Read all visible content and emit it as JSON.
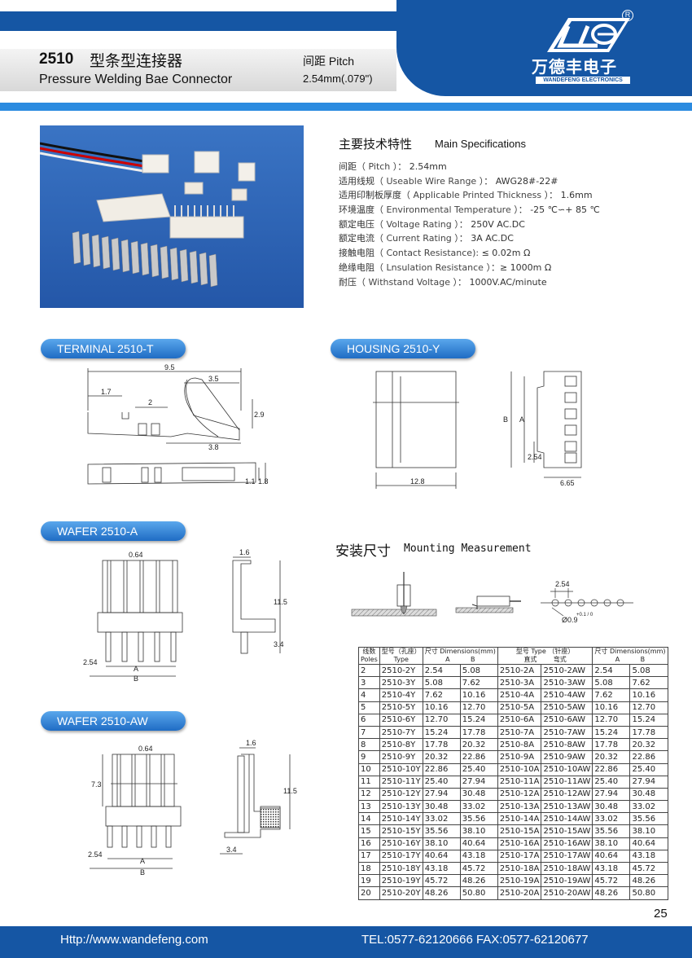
{
  "header": {
    "model": "2510",
    "title_cn": "型条型连接器",
    "title_en": "Pressure Welding Bae Connector",
    "pitch_cn": "间距  Pitch",
    "pitch_value": "2.54mm(.079\")",
    "logo_cn": "万德丰电子",
    "logo_en": "WANDEFENG ELECTRONICS",
    "logo_reg": "R"
  },
  "specs": {
    "title_cn": "主要技术特性",
    "title_en": "Main Specifications",
    "items": [
      {
        "cn": "间距（",
        "en": "Pitch",
        "tail": "）：  2.54mm"
      },
      {
        "cn": "适用线规（",
        "en": "Useable Wire Range",
        "tail": "）：  AWG28#-22#"
      },
      {
        "cn": "适用印制板厚度（",
        "en": "Applicable Printed Thickness",
        "tail": "）：  1.6mm"
      },
      {
        "cn": "环境温度（",
        "en": "Environmental Temperature",
        "tail": "）：  -25 ℃∽+ 85 ℃"
      },
      {
        "cn": "额定电压（",
        "en": "Voltage Rating",
        "tail": "）：  250V AC.DC"
      },
      {
        "cn": "额定电流（",
        "en": "Current Rating",
        "tail": "）：  3A AC.DC"
      },
      {
        "cn": "接触电阻（",
        "en": "Contact Resistance):",
        "tail": " ≤ 0.02m Ω"
      },
      {
        "cn": "绝缘电阻（",
        "en": "Lnsulation Resistance",
        "tail": "）：≥ 1000m Ω"
      },
      {
        "cn": "耐压（",
        "en": "Withstand Voltage",
        "tail": "）：  1000V.AC/minute"
      }
    ]
  },
  "sections": {
    "terminal": "TERMINAL  2510-T",
    "housing": "HOUSING      2510-Y",
    "wafer_a": "WAFER  2510-A",
    "wafer_aw": "WAFER 2510-AW"
  },
  "terminal_dims": {
    "d1": "9.5",
    "d2": "3.5",
    "d3": "1.7",
    "d4": "2",
    "d5": "2.9",
    "d6": "3.8",
    "d7": "1.1",
    "d8": "1.8"
  },
  "housing_dims": {
    "width": "12.8",
    "depth": "6.65",
    "b": "B",
    "a": "A",
    "pitch": "2.54"
  },
  "wafer_a_dims": {
    "pin": "0.64",
    "side": "1.6",
    "height": "11.5",
    "bottom": "3.4",
    "pitch": "2.54",
    "a": "A",
    "b": "B"
  },
  "wafer_aw_dims": {
    "pin": "0.64",
    "side": "1.6",
    "height": "11.5",
    "top": "7.3",
    "bottom": "3.4",
    "pitch": "2.54",
    "a": "A",
    "b": "B"
  },
  "mounting": {
    "title_cn": "安装尺寸",
    "title_en": "Mounting Measurement",
    "pitch": "2.54",
    "hole": "Ø0.9",
    "tol": "+0.1 / 0"
  },
  "table": {
    "headers": {
      "poles_cn": "线数",
      "poles_en": "Poles",
      "type_cn": "型号（孔座）",
      "type_en": "Type",
      "dim_cn": "尺寸",
      "dim_en": "Dimensions(mm)",
      "type2_cn": "型号 Type",
      "type2_sub": "（针座）",
      "dim2_cn": "尺寸",
      "dim2_en": "Dimensions(mm)",
      "col_a": "A",
      "col_b": "B",
      "straight": "直式",
      "bent": "弯式"
    },
    "rows": [
      [
        "2",
        "2510-2Y",
        "2.54",
        "5.08",
        "2510-2A",
        "2510-2AW",
        "2.54",
        "5.08"
      ],
      [
        "3",
        "2510-3Y",
        "5.08",
        "7.62",
        "2510-3A",
        "2510-3AW",
        "5.08",
        "7.62"
      ],
      [
        "4",
        "2510-4Y",
        "7.62",
        "10.16",
        "2510-4A",
        "2510-4AW",
        "7.62",
        "10.16"
      ],
      [
        "5",
        "2510-5Y",
        "10.16",
        "12.70",
        "2510-5A",
        "2510-5AW",
        "10.16",
        "12.70"
      ],
      [
        "6",
        "2510-6Y",
        "12.70",
        "15.24",
        "2510-6A",
        "2510-6AW",
        "12.70",
        "15.24"
      ],
      [
        "7",
        "2510-7Y",
        "15.24",
        "17.78",
        "2510-7A",
        "2510-7AW",
        "15.24",
        "17.78"
      ],
      [
        "8",
        "2510-8Y",
        "17.78",
        "20.32",
        "2510-8A",
        "2510-8AW",
        "17.78",
        "20.32"
      ],
      [
        "9",
        "2510-9Y",
        "20.32",
        "22.86",
        "2510-9A",
        "2510-9AW",
        "20.32",
        "22.86"
      ],
      [
        "10",
        "2510-10Y",
        "22.86",
        "25.40",
        "2510-10A",
        "2510-10AW",
        "22.86",
        "25.40"
      ],
      [
        "11",
        "2510-11Y",
        "25.40",
        "27.94",
        "2510-11A",
        "2510-11AW",
        "25.40",
        "27.94"
      ],
      [
        "12",
        "2510-12Y",
        "27.94",
        "30.48",
        "2510-12A",
        "2510-12AW",
        "27.94",
        "30.48"
      ],
      [
        "13",
        "2510-13Y",
        "30.48",
        "33.02",
        "2510-13A",
        "2510-13AW",
        "30.48",
        "33.02"
      ],
      [
        "14",
        "2510-14Y",
        "33.02",
        "35.56",
        "2510-14A",
        "2510-14AW",
        "33.02",
        "35.56"
      ],
      [
        "15",
        "2510-15Y",
        "35.56",
        "38.10",
        "2510-15A",
        "2510-15AW",
        "35.56",
        "38.10"
      ],
      [
        "16",
        "2510-16Y",
        "38.10",
        "40.64",
        "2510-16A",
        "2510-16AW",
        "38.10",
        "40.64"
      ],
      [
        "17",
        "2510-17Y",
        "40.64",
        "43.18",
        "2510-17A",
        "2510-17AW",
        "40.64",
        "43.18"
      ],
      [
        "18",
        "2510-18Y",
        "43.18",
        "45.72",
        "2510-18A",
        "2510-18AW",
        "43.18",
        "45.72"
      ],
      [
        "19",
        "2510-19Y",
        "45.72",
        "48.26",
        "2510-19A",
        "2510-19AW",
        "45.72",
        "48.26"
      ],
      [
        "20",
        "2510-20Y",
        "48.26",
        "50.80",
        "2510-20A",
        "2510-20AW",
        "48.26",
        "50.80"
      ]
    ]
  },
  "page_number": "25",
  "footer": {
    "url": "Http://www.wandefeng.com",
    "contact": "TEL:0577-62120666  FAX:0577-62120677"
  }
}
